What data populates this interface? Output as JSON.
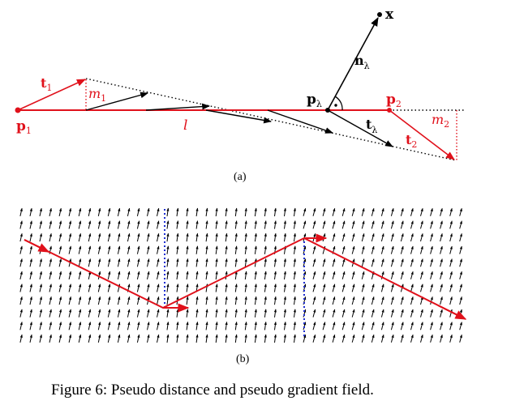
{
  "figure": {
    "caption": "Figure 6: Pseudo distance and pseudo gradient field.",
    "subfig_a_label": "(a)",
    "subfig_b_label": "(b)"
  },
  "panel_a": {
    "labels": {
      "x": "x",
      "n_main": "n",
      "n_sub": "λ",
      "p_lambda_main": "p",
      "p_lambda_sub": "λ",
      "t_lambda_main": "t",
      "t_lambda_sub": "λ",
      "p1_main": "p",
      "p1_sub": "1",
      "p2_main": "p",
      "p2_sub": "2",
      "t1_main": "t",
      "t1_sub": "1",
      "t2_main": "t",
      "t2_sub": "2",
      "m1_main": "m",
      "m1_sub": "1",
      "m2_main": "m",
      "m2_sub": "2",
      "l": "l"
    }
  },
  "colors": {
    "red": "#e0111b",
    "blue": "#1f2fd0",
    "black": "#000000"
  }
}
